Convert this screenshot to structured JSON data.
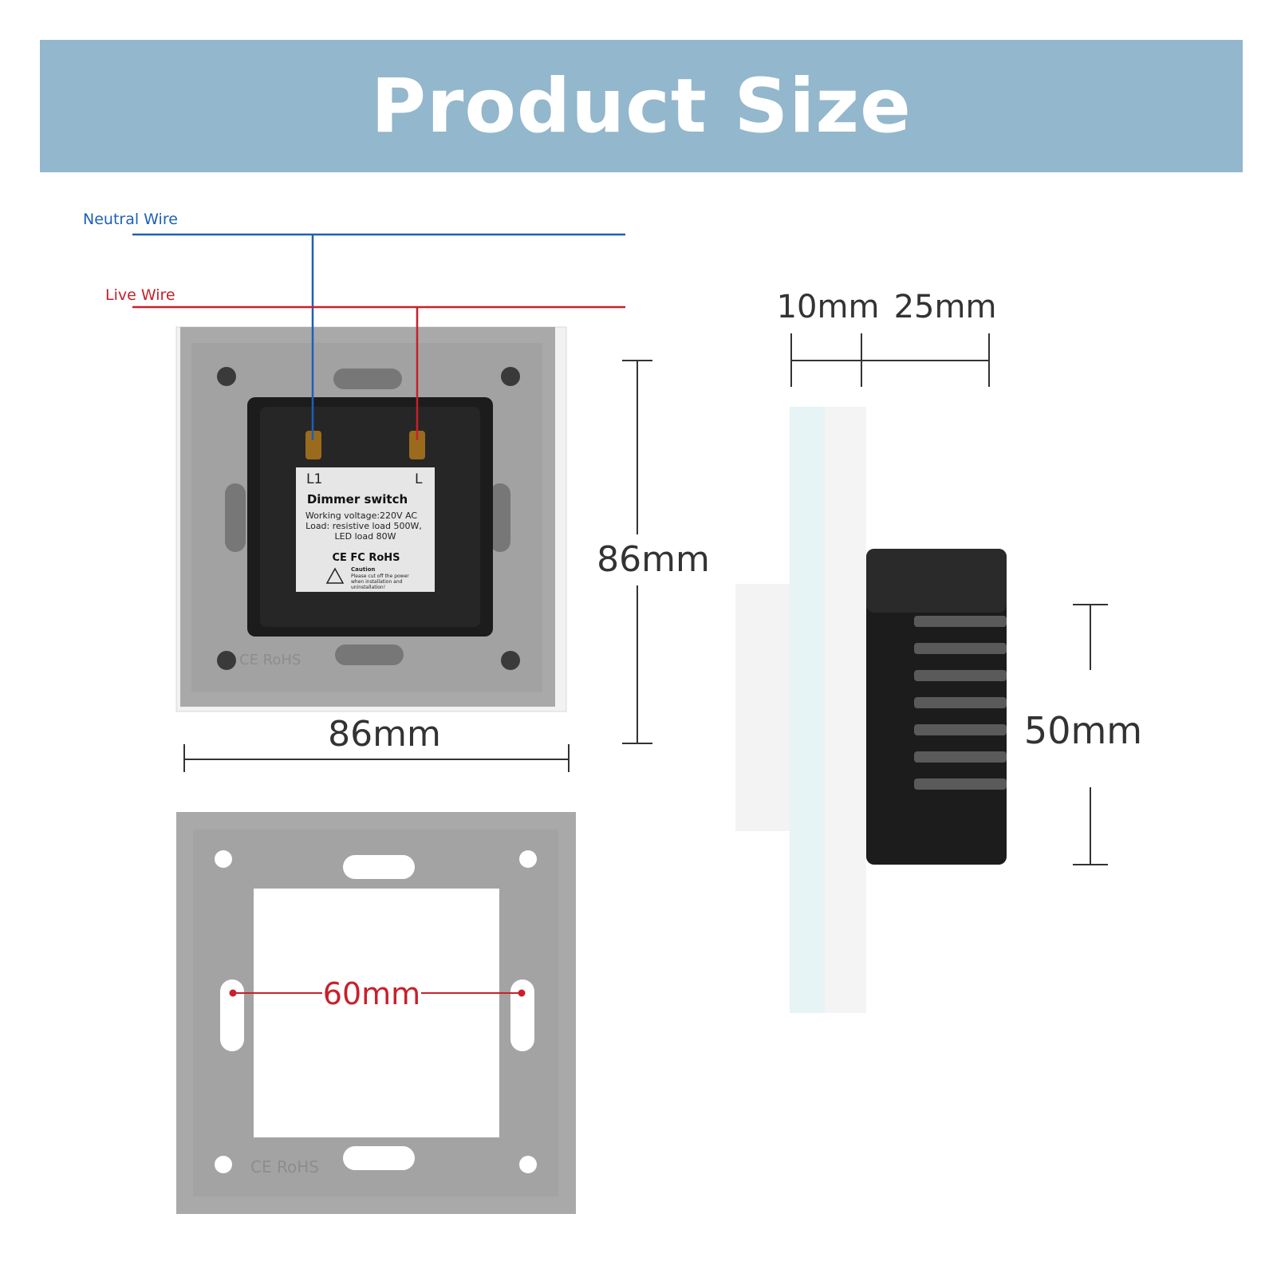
{
  "header": {
    "title": "Product Size"
  },
  "wiring": {
    "neutral_label": "Neutral Wire",
    "live_label": "Live Wire",
    "neutral_color": "#1f5fb8",
    "live_color": "#c8202a"
  },
  "switch_label": {
    "terminal_left": "L1",
    "terminal_right": "L",
    "title": "Dimmer switch",
    "line1": "Working voltage:220V AC",
    "line2": "Load: resistive load 500W,",
    "line3": "LED load 80W",
    "cert": "CE FC RoHS",
    "caution_title": "Caution",
    "caution_line1": "Please cut off the power",
    "caution_line2": "when installation and",
    "caution_line3": "uninstallation!"
  },
  "embossed": {
    "back_panel": "CE RoHS",
    "frame": "CE RoHS"
  },
  "dimensions": {
    "front_width": "86mm",
    "front_height": "86mm",
    "frame_hole_spacing": "60mm",
    "panel_depth": "10mm",
    "box_depth": "25mm",
    "box_height": "50mm"
  },
  "colors": {
    "header_bg": "#93b7cc",
    "plate_gray": "#a9a9a9",
    "module_black": "#1c1c1c",
    "dim_line": "#333333",
    "side_panel": "#e6f4f5"
  }
}
